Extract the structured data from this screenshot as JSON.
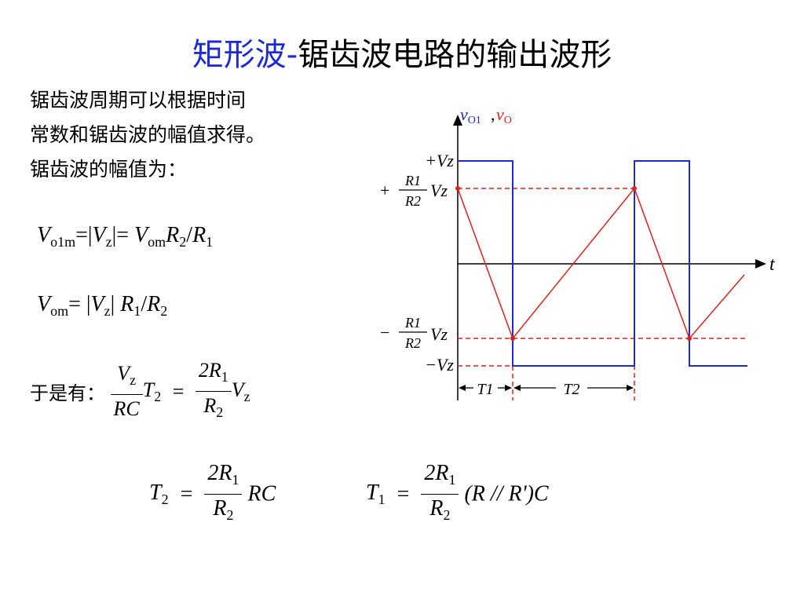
{
  "title": {
    "highlight": "矩形波",
    "dash": "-",
    "rest": "锯齿波电路的输出波形"
  },
  "description": {
    "line1": "锯齿波周期可以根据时间",
    "line2": "常数和锯齿波的幅值求得。",
    "line3": "锯齿波的幅值为："
  },
  "equations": {
    "e1": {
      "V": "V",
      "sub1": "o1m",
      "mid": "=|",
      "Vz": "V",
      "z": "z",
      "eq": "|= ",
      "Vom": "V",
      "om": "om",
      "R2": "R",
      "two": "2",
      "slash": "/",
      "R1": "R",
      "one": "1"
    },
    "e2": {
      "V": "V",
      "om": "om",
      "mid": "= |",
      "Vz": "V",
      "z": "z",
      "bar": "| ",
      "R1": "R",
      "one": "1",
      "slash": "/",
      "R2": "R",
      "two": "2"
    },
    "e3": {
      "prefix": "于是有：",
      "num_left": "V",
      "num_left_sub": "z",
      "den_left": "RC",
      "T": "T",
      "T_sub": "2",
      "eq": "=",
      "num_right": "2R",
      "num_right_sub": "1",
      "den_right": "R",
      "den_right_sub": "2",
      "V": "V",
      "V_sub": "z"
    },
    "e4": {
      "T": "T",
      "T_sub": "2",
      "eq": "=",
      "num": "2R",
      "num_sub": "1",
      "den": "R",
      "den_sub": "2",
      "tail": "RC"
    },
    "e5": {
      "T": "T",
      "T_sub": "1",
      "eq": "=",
      "num": "2R",
      "num_sub": "1",
      "den": "R",
      "den_sub": "2",
      "tail": "(R // R')C"
    }
  },
  "diagram": {
    "y_label_vo1": "v",
    "y_label_vo1_sub": "O1",
    "comma": ",",
    "y_label_vo": "v",
    "y_label_vo_sub": "O",
    "x_label": "t",
    "labels": {
      "plus_vz": "+Vz",
      "plus_ratio_sign": "+",
      "ratio_num": "R1",
      "ratio_den": "R2",
      "ratio_vz": "Vz",
      "minus_ratio_sign": "−",
      "minus_vz": "−Vz",
      "t1": "T1",
      "t2": "T2"
    },
    "colors": {
      "square_wave": "#1c2bd6",
      "sawtooth": "#e0201c",
      "label_blue": "#1c2bd6",
      "label_red": "#e0201c"
    }
  }
}
